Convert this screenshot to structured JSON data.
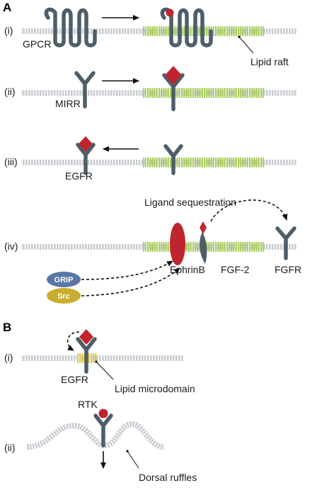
{
  "panels": {
    "a": "A",
    "b": "B"
  },
  "rows": {
    "a_i": "(i)",
    "a_ii": "(ii)",
    "a_iii": "(iii)",
    "a_iv": "(iv)",
    "b_i": "(i)",
    "b_ii": "(ii)"
  },
  "labels": {
    "gpcr": "GPCR",
    "lipid_raft": "Lipid raft",
    "mirr": "MIRR",
    "egfr_a": "EGFR",
    "ligand_sequestration": "Ligand sequestration",
    "ephrinb": "EphrinB",
    "fgf2": "FGF-2",
    "fgfr": "FGFR",
    "grip": "GRIP",
    "src": "Src",
    "egfr_b": "EGFR",
    "lipid_microdomain": "Lipid microdomain",
    "rtk": "RTK",
    "dorsal_ruffles": "Dorsal ruffles"
  },
  "colors": {
    "membrane": "#c9cdd2",
    "raft": "#a8cc5a",
    "receptor": "#4e5e69",
    "ligand": "#c0242f",
    "grip": "#5a76a8",
    "src": "#c9ad2e",
    "microdomain": "#e6c33a"
  }
}
